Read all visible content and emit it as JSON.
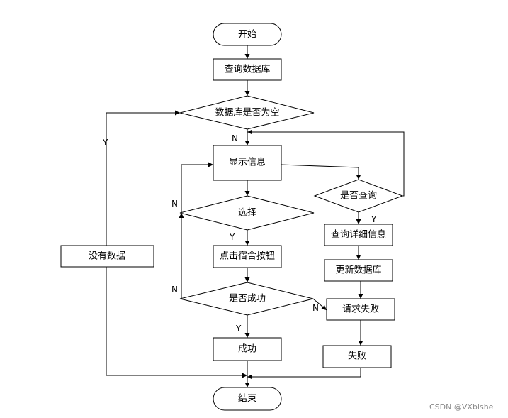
{
  "nodes": {
    "start": "开始",
    "query_db": "查询数据库",
    "db_empty": "数据库是否为空",
    "show_info": "显示信息",
    "is_query": "是否查询",
    "select": "选择",
    "query_detail": "查询详细信息",
    "click_dorm": "点击宿舍按钮",
    "update_db": "更新数据库",
    "no_data": "没有数据",
    "is_success": "是否成功",
    "request_fail": "请求失败",
    "success": "成功",
    "fail": "失败",
    "end": "结束"
  },
  "edge_labels": {
    "yes": "Y",
    "no": "N"
  },
  "watermark": "CSDN @VXbishe"
}
